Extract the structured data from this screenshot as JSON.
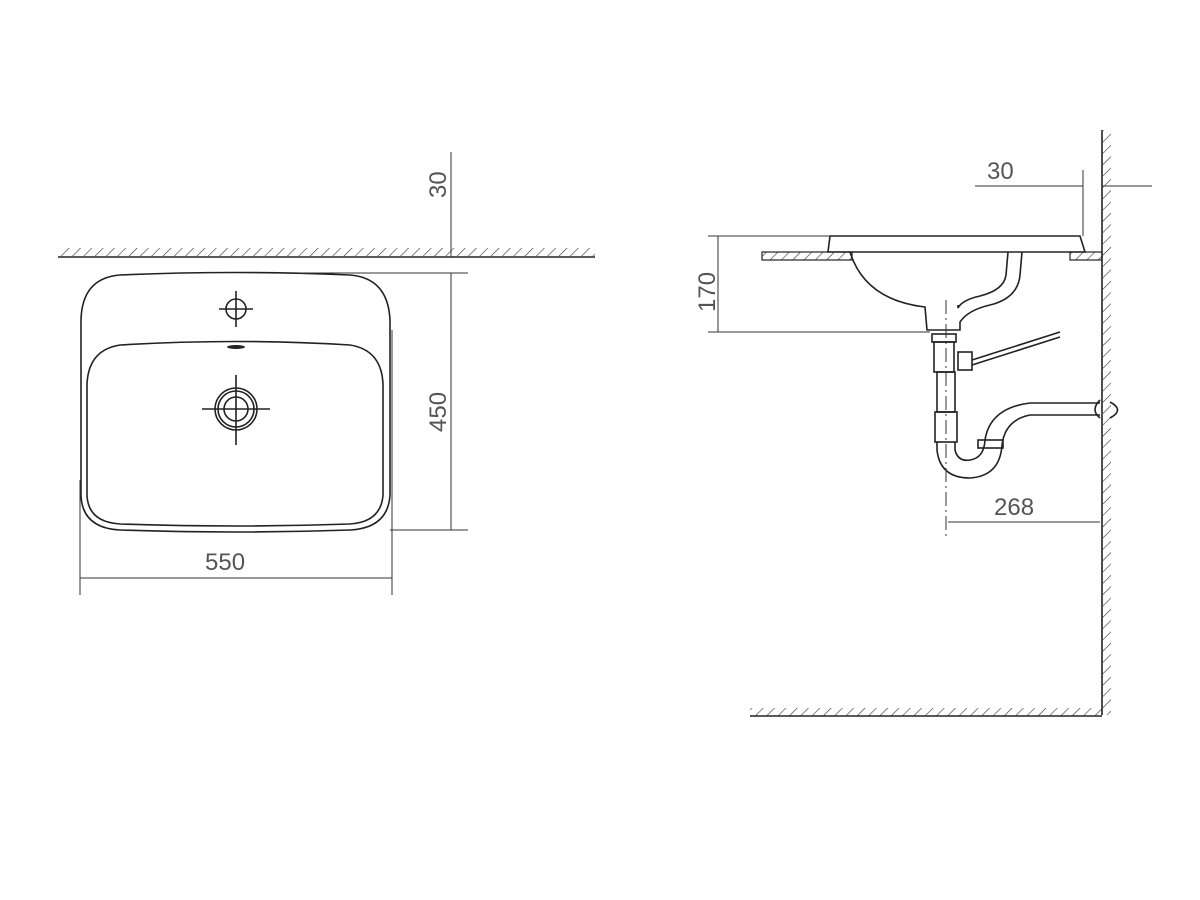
{
  "plan_view": {
    "dim_wall_gap": "30",
    "dim_depth": "450",
    "dim_width": "550"
  },
  "side_view": {
    "dim_wall_gap": "30",
    "dim_height": "170",
    "dim_drain_to_wall": "268"
  },
  "colors": {
    "line": "#222222",
    "dimension_text": "#555555"
  }
}
